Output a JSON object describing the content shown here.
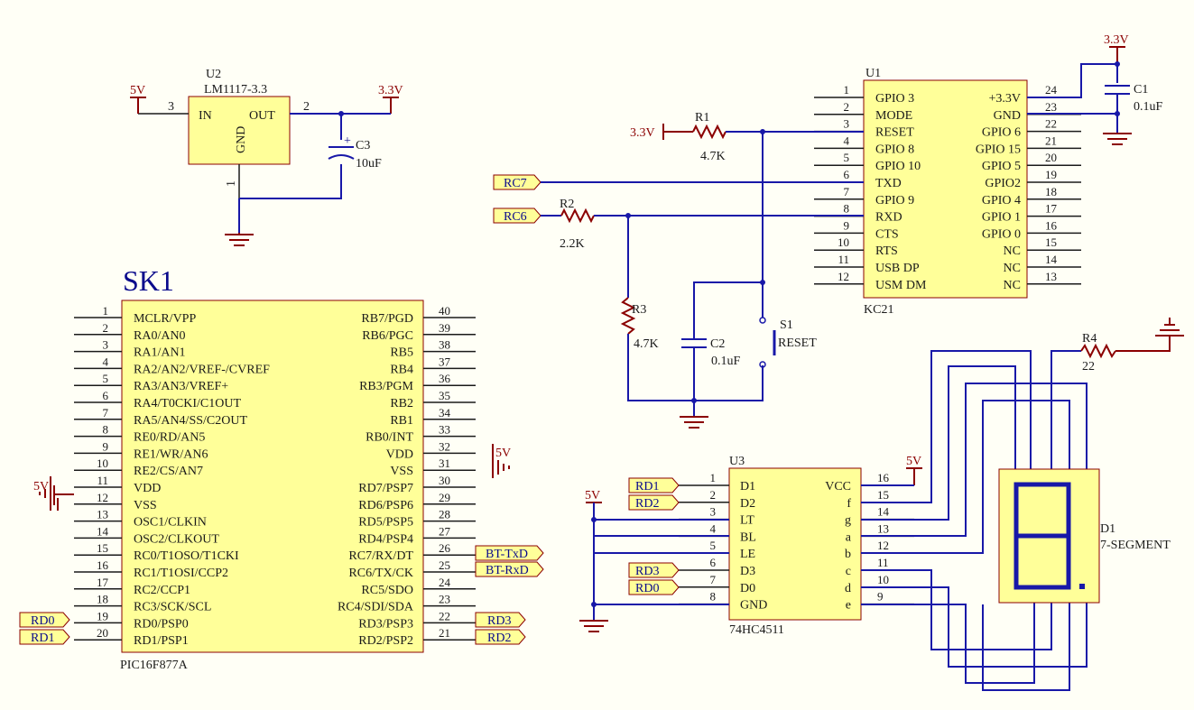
{
  "colors": {
    "wire": "#1818a8",
    "body": "#ffff99",
    "outline": "#8b0000",
    "background": "#fffff6"
  },
  "power": {
    "v5": "5V",
    "v33": "3.3V"
  },
  "u2": {
    "ref": "U2",
    "part": "LM1117-3.3",
    "in": "IN",
    "out": "OUT",
    "gnd": "GND",
    "pin3": "3",
    "pin2": "2",
    "pin1": "1"
  },
  "c3": {
    "ref": "C3",
    "value": "10uF",
    "plus": "+"
  },
  "u1": {
    "ref": "U1",
    "part": "KC21",
    "left": [
      {
        "n": "1",
        "l": "GPIO 3"
      },
      {
        "n": "2",
        "l": "MODE"
      },
      {
        "n": "3",
        "l": "RESET"
      },
      {
        "n": "4",
        "l": "GPIO 8"
      },
      {
        "n": "5",
        "l": "GPIO 10"
      },
      {
        "n": "6",
        "l": "TXD"
      },
      {
        "n": "7",
        "l": "GPIO 9"
      },
      {
        "n": "8",
        "l": "RXD"
      },
      {
        "n": "9",
        "l": "CTS"
      },
      {
        "n": "10",
        "l": "RTS"
      },
      {
        "n": "11",
        "l": "USB DP"
      },
      {
        "n": "12",
        "l": "USM DM"
      }
    ],
    "right": [
      {
        "n": "24",
        "l": "+3.3V"
      },
      {
        "n": "23",
        "l": "GND"
      },
      {
        "n": "22",
        "l": "GPIO 6"
      },
      {
        "n": "21",
        "l": "GPIO 15"
      },
      {
        "n": "20",
        "l": "GPIO 5"
      },
      {
        "n": "19",
        "l": "GPIO2"
      },
      {
        "n": "18",
        "l": "GPIO 4"
      },
      {
        "n": "17",
        "l": "GPIO 1"
      },
      {
        "n": "16",
        "l": "GPIO 0"
      },
      {
        "n": "15",
        "l": "NC"
      },
      {
        "n": "14",
        "l": "NC"
      },
      {
        "n": "13",
        "l": "NC"
      }
    ]
  },
  "c1": {
    "ref": "C1",
    "value": "0.1uF"
  },
  "r1": {
    "ref": "R1",
    "value": "4.7K"
  },
  "r2": {
    "ref": "R2",
    "value": "2.2K"
  },
  "r3": {
    "ref": "R3",
    "value": "4.7K"
  },
  "c2": {
    "ref": "C2",
    "value": "0.1uF"
  },
  "s1": {
    "ref": "S1",
    "value": "RESET"
  },
  "nets": {
    "rc7": "RC7",
    "rc6": "RC6",
    "bt_txd": "BT-TxD",
    "bt_rxd": "BT-RxD",
    "rd0": "RD0",
    "rd1": "RD1",
    "rd2": "RD2",
    "rd3": "RD3"
  },
  "sk1": {
    "ref": "SK1",
    "part": "PIC16F877A",
    "left": [
      {
        "n": "1",
        "l": "MCLR/VPP"
      },
      {
        "n": "2",
        "l": "RA0/AN0"
      },
      {
        "n": "3",
        "l": "RA1/AN1"
      },
      {
        "n": "4",
        "l": "RA2/AN2/VREF-/CVREF"
      },
      {
        "n": "5",
        "l": "RA3/AN3/VREF+"
      },
      {
        "n": "6",
        "l": "RA4/T0CKI/C1OUT"
      },
      {
        "n": "7",
        "l": "RA5/AN4/SS/C2OUT"
      },
      {
        "n": "8",
        "l": "RE0/RD/AN5"
      },
      {
        "n": "9",
        "l": "RE1/WR/AN6"
      },
      {
        "n": "10",
        "l": "RE2/CS/AN7"
      },
      {
        "n": "11",
        "l": "VDD"
      },
      {
        "n": "12",
        "l": "VSS"
      },
      {
        "n": "13",
        "l": "OSC1/CLKIN"
      },
      {
        "n": "14",
        "l": "OSC2/CLKOUT"
      },
      {
        "n": "15",
        "l": "RC0/T1OSO/T1CKI"
      },
      {
        "n": "16",
        "l": "RC1/T1OSI/CCP2"
      },
      {
        "n": "17",
        "l": "RC2/CCP1"
      },
      {
        "n": "18",
        "l": "RC3/SCK/SCL"
      },
      {
        "n": "19",
        "l": "RD0/PSP0"
      },
      {
        "n": "20",
        "l": "RD1/PSP1"
      }
    ],
    "right": [
      {
        "n": "40",
        "l": "RB7/PGD"
      },
      {
        "n": "39",
        "l": "RB6/PGC"
      },
      {
        "n": "38",
        "l": "RB5"
      },
      {
        "n": "37",
        "l": "RB4"
      },
      {
        "n": "36",
        "l": "RB3/PGM"
      },
      {
        "n": "35",
        "l": "RB2"
      },
      {
        "n": "34",
        "l": "RB1"
      },
      {
        "n": "33",
        "l": "RB0/INT"
      },
      {
        "n": "32",
        "l": "VDD"
      },
      {
        "n": "31",
        "l": "VSS"
      },
      {
        "n": "30",
        "l": "RD7/PSP7"
      },
      {
        "n": "29",
        "l": "RD6/PSP6"
      },
      {
        "n": "28",
        "l": "RD5/PSP5"
      },
      {
        "n": "27",
        "l": "RD4/PSP4"
      },
      {
        "n": "26",
        "l": "RC7/RX/DT"
      },
      {
        "n": "25",
        "l": "RC6/TX/CK"
      },
      {
        "n": "24",
        "l": "RC5/SDO"
      },
      {
        "n": "23",
        "l": "RC4/SDI/SDA"
      },
      {
        "n": "22",
        "l": "RD3/PSP3"
      },
      {
        "n": "21",
        "l": "RD2/PSP2"
      }
    ]
  },
  "u3": {
    "ref": "U3",
    "part": "74HC4511",
    "left": [
      {
        "n": "1",
        "l": "D1"
      },
      {
        "n": "2",
        "l": "D2"
      },
      {
        "n": "3",
        "l": "LT"
      },
      {
        "n": "4",
        "l": "BL"
      },
      {
        "n": "5",
        "l": "LE"
      },
      {
        "n": "6",
        "l": "D3"
      },
      {
        "n": "7",
        "l": "D0"
      },
      {
        "n": "8",
        "l": "GND"
      }
    ],
    "right": [
      {
        "n": "16",
        "l": "VCC"
      },
      {
        "n": "15",
        "l": "f"
      },
      {
        "n": "14",
        "l": "g"
      },
      {
        "n": "13",
        "l": "a"
      },
      {
        "n": "12",
        "l": "b"
      },
      {
        "n": "11",
        "l": "c"
      },
      {
        "n": "10",
        "l": "d"
      },
      {
        "n": "9",
        "l": "e"
      }
    ]
  },
  "r4": {
    "ref": "R4",
    "value": "22"
  },
  "d1": {
    "ref": "D1",
    "part": "7-SEGMENT"
  }
}
